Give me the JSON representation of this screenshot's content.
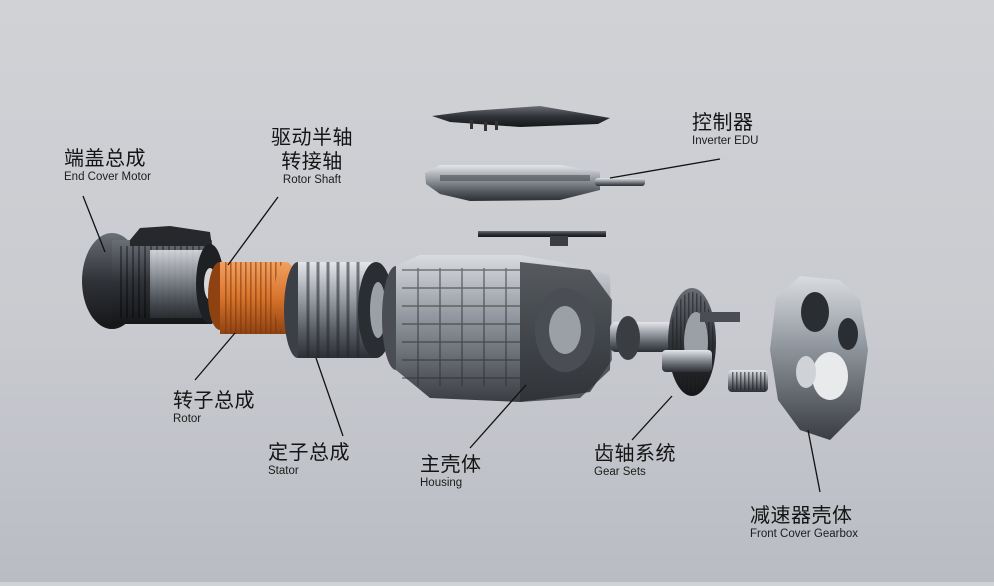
{
  "diagram": {
    "type": "exploded-view",
    "subject": "electric drive unit",
    "background": "#cbcdd2",
    "labels": [
      {
        "id": "end-cover-motor",
        "zh": "端盖总成",
        "en": "End Cover Motor"
      },
      {
        "id": "rotor-shaft",
        "zh_line1": "驱动半轴",
        "zh_line2": "转接轴",
        "en": "Rotor Shaft"
      },
      {
        "id": "inverter-edu",
        "zh": "控制器",
        "en": "Inverter EDU"
      },
      {
        "id": "rotor",
        "zh": "转子总成",
        "en": "Rotor"
      },
      {
        "id": "stator",
        "zh": "定子总成",
        "en": "Stator"
      },
      {
        "id": "housing",
        "zh": "主壳体",
        "en": "Housing"
      },
      {
        "id": "gear-sets",
        "zh": "齿轴系统",
        "en": "Gear Sets"
      },
      {
        "id": "front-cover-gearbox",
        "zh": "减速器壳体",
        "en": "Front Cover Gearbox"
      }
    ],
    "colors": {
      "rotor_copper": "#d8742c",
      "metal_light": "#b8bcc2",
      "metal_dark": "#2e3136",
      "leader_line": "#111111"
    }
  }
}
